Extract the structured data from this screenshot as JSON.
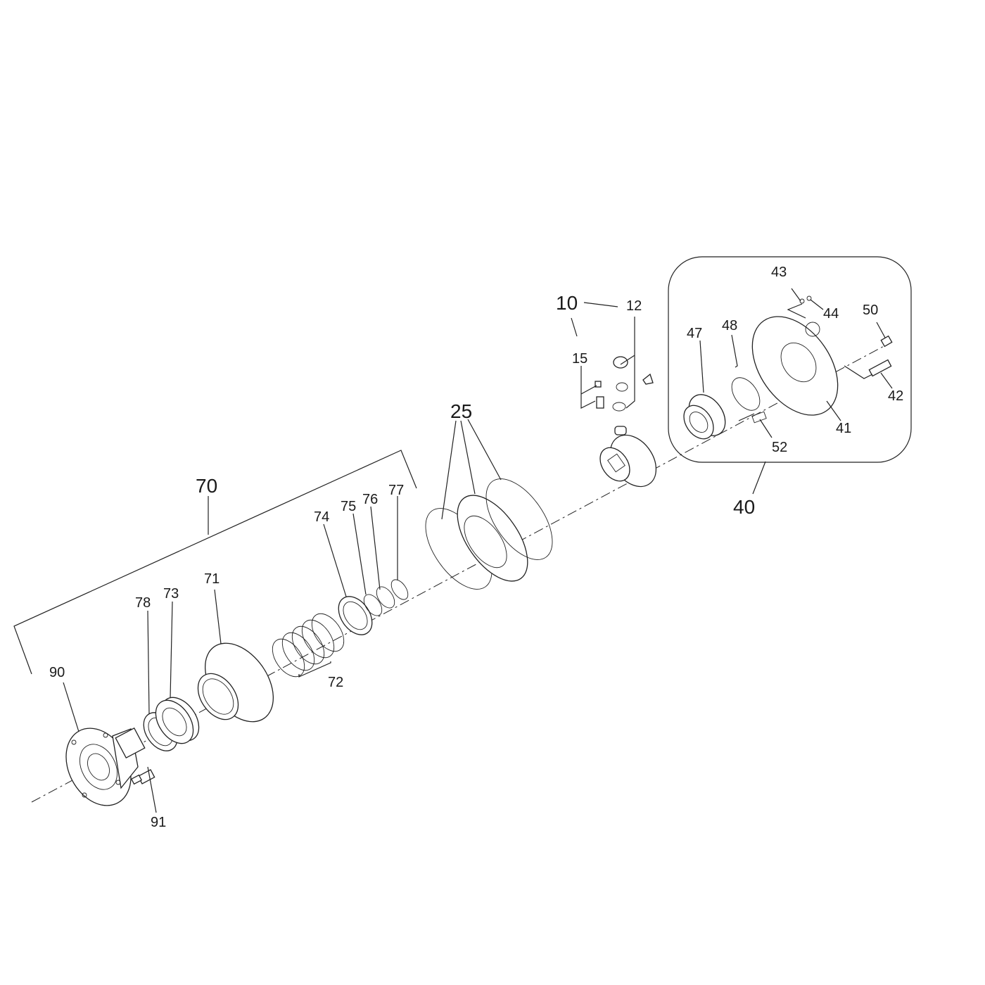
{
  "labels": {
    "p10": "10",
    "p12": "12",
    "p15": "15",
    "p25": "25",
    "p40": "40",
    "p41": "41",
    "p42": "42",
    "p43": "43",
    "p44": "44",
    "p47": "47",
    "p48": "48",
    "p50": "50",
    "p52": "52",
    "p70": "70",
    "p71": "71",
    "p72": "72",
    "p73": "73",
    "p74": "74",
    "p75": "75",
    "p76": "76",
    "p77": "77",
    "p78": "78",
    "p90": "90",
    "p91": "91"
  },
  "colors": {
    "line": "#222222",
    "background": "#ffffff"
  }
}
